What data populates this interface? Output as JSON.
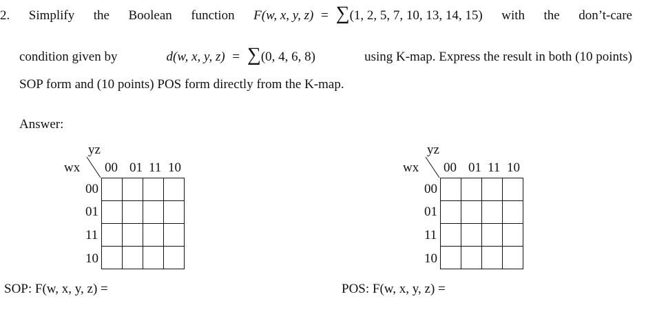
{
  "question": {
    "number": "2.",
    "line1_words": [
      "Simplify",
      "the",
      "Boolean",
      "function"
    ],
    "func_expr": "F(w, x, y, z)",
    "equals": "=",
    "sigma": "∑",
    "minterms": "(1, 2, 5, 7, 10, 13, 14, 15)",
    "line1_tail": [
      "with",
      "the",
      "don’t-care"
    ],
    "line2_start": "condition given by",
    "dc_expr": "d(w, x, y, z)",
    "dontcares": "(0, 4, 6, 8)",
    "line2_tail": "using K-map. Express the result in both (10 points)",
    "line3": "SOP form and (10 points) POS form directly from the K-map."
  },
  "answer_label": "Answer:",
  "kmaps": [
    {
      "col_var": "yz",
      "row_var": "wx",
      "col_labels": [
        "00",
        "01",
        "11",
        "10"
      ],
      "row_labels": [
        "00",
        "01",
        "11",
        "10"
      ],
      "result_label": "SOP: F(w, x, y, z) ="
    },
    {
      "col_var": "yz",
      "row_var": "wx",
      "col_labels": [
        "00",
        "01",
        "11",
        "10"
      ],
      "row_labels": [
        "00",
        "01",
        "11",
        "10"
      ],
      "result_label": "POS: F(w, x, y, z) ="
    }
  ]
}
